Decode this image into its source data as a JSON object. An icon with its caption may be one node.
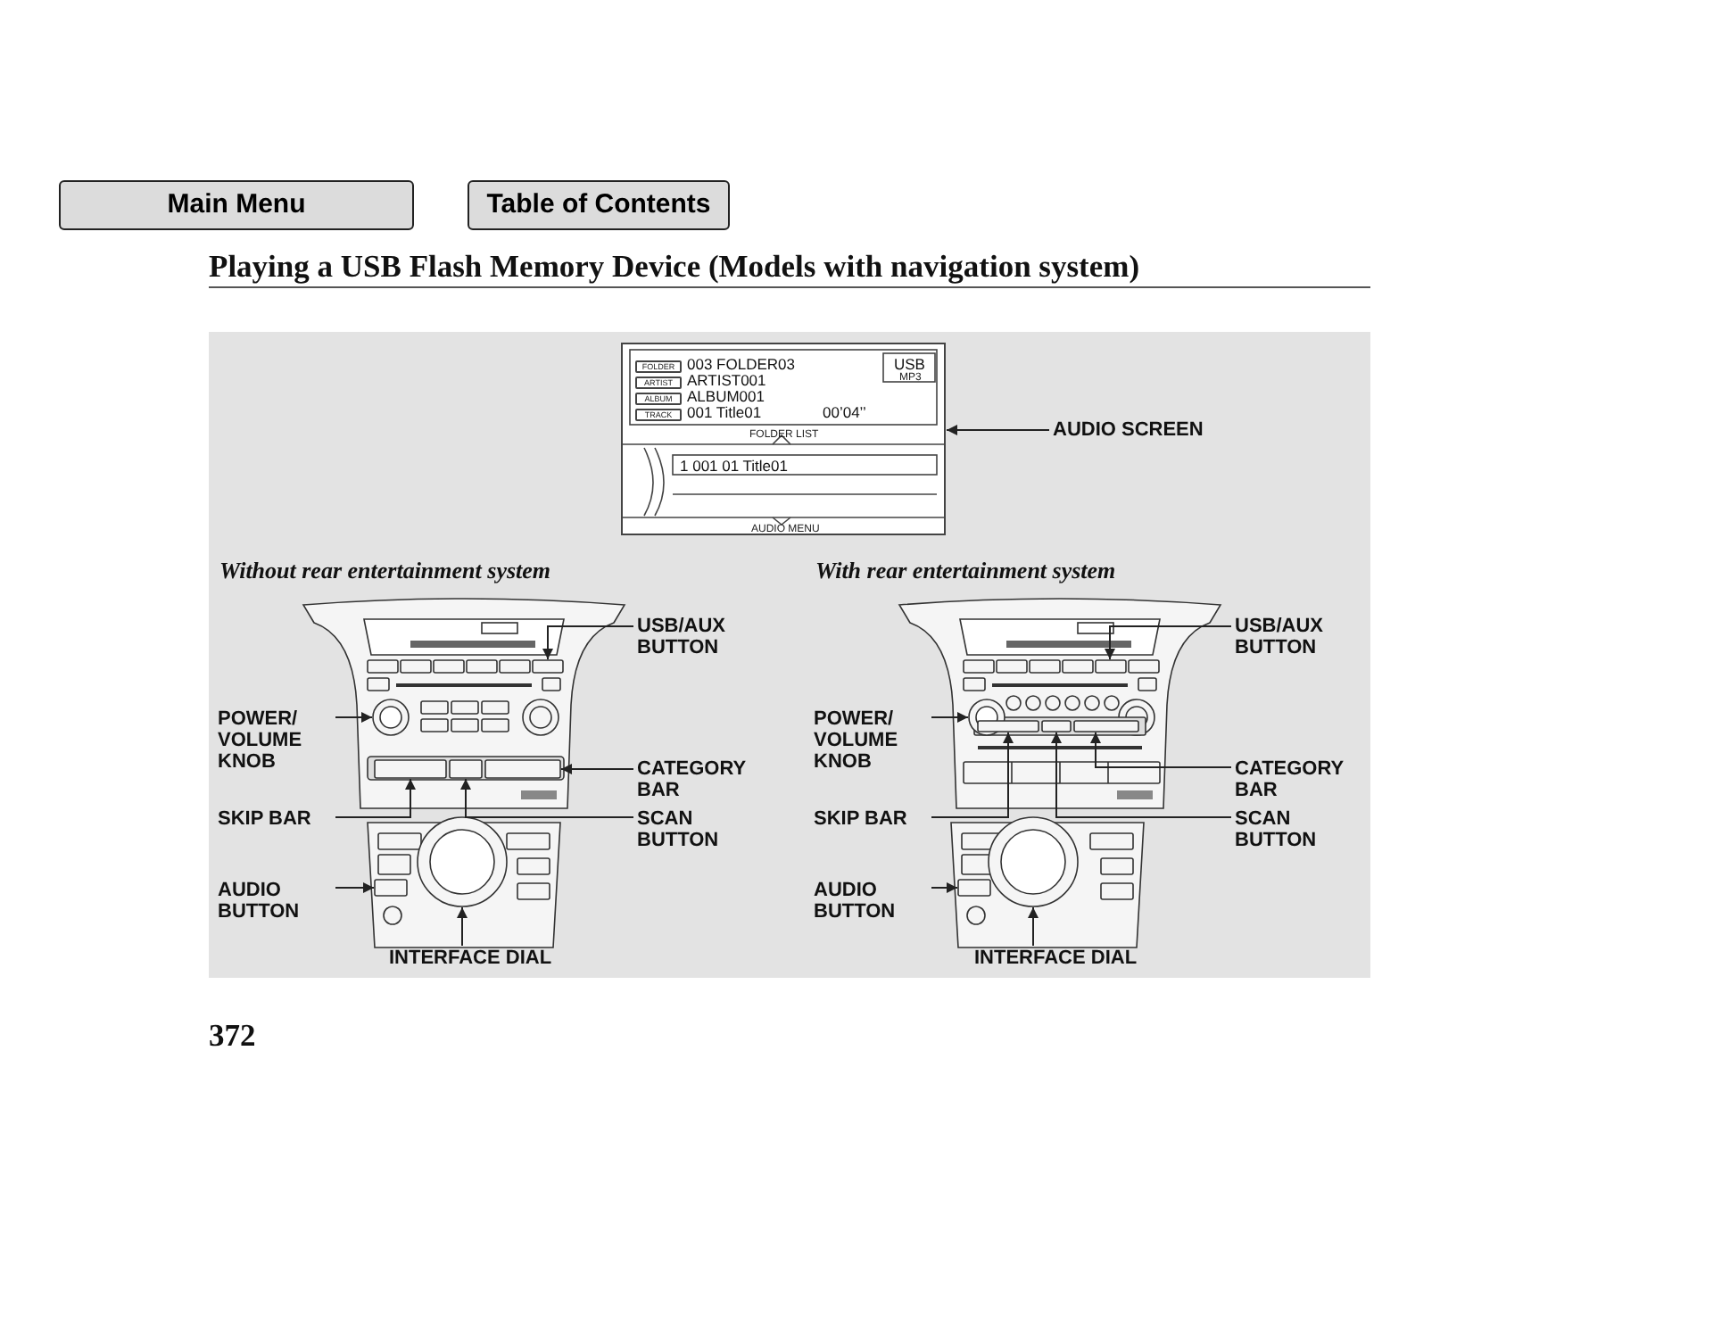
{
  "diagram": {
    "title": "Playing a USB Flash Memory Device (Models with navigation system)",
    "nodes": [
      {
        "text": [
          "FOLDER",
          "003 FOLDER03",
          "ARTIST",
          "ARTIST001",
          "ALBUM",
          "ALBUM001",
          "TRACK",
          "001 Title01",
          "00’04’’",
          "USB",
          "MP3",
          "FOLDER LIST",
          "1 001 01 Title01",
          "AUDIO MENU"
        ]
      },
      {
        "text": [
          "AUDIO SCREEN"
        ]
      },
      {
        "text": [
          "USB/AUX BUTTON"
        ]
      },
      {
        "text": [
          "POWER/ VOLUME KNOB"
        ]
      },
      {
        "text": [
          "CATEGORY BAR"
        ]
      },
      {
        "text": [
          "SKIP BAR"
        ]
      },
      {
        "text": [
          "SCAN BUTTON"
        ]
      },
      {
        "text": [
          "AUDIO BUTTON"
        ]
      },
      {
        "text": [
          "INTERFACE DIAL"
        ]
      },
      {
        "text": [
          "USB/AUX BUTTON"
        ]
      },
      {
        "text": [
          "POWER/ VOLUME KNOB"
        ]
      },
      {
        "text": [
          "CATEGORY BAR"
        ]
      },
      {
        "text": [
          "SKIP BAR"
        ]
      },
      {
        "text": [
          "SCAN BUTTON"
        ]
      },
      {
        "text": [
          "AUDIO BUTTON"
        ]
      },
      {
        "text": [
          "INTERFACE DIAL"
        ]
      },
      {
        "text": [],
        "shape": "box"
      },
      {
        "text": [],
        "shape": "circle"
      },
      {
        "text": [],
        "shape": "bar"
      },
      {
        "text": [],
        "shape": "bar"
      },
      {
        "text": [],
        "shape": "box"
      },
      {
        "text": [],
        "shape": "box"
      },
      {
        "text": [],
        "shape": "circle"
      },
      {
        "text": [],
        "shape": "box"
      },
      {
        "text": [],
        "shape": "circle"
      },
      {
        "text": [],
        "shape": "bar"
      },
      {
        "text": [],
        "shape": "bar"
      },
      {
        "text": [],
        "shape": "box"
      },
      {
        "text": [],
        "shape": "box"
      },
      {
        "text": [],
        "shape": "circle"
      }
    ],
    "edges": [
      {
        "from": 1,
        "to": 0,
        "arrow": "to"
      },
      {
        "from": 2,
        "to": 16,
        "arrow": "to"
      },
      {
        "from": 3,
        "to": 17,
        "arrow": "to"
      },
      {
        "from": 4,
        "to": 18,
        "arrow": "to"
      },
      {
        "from": 5,
        "to": 19,
        "arrow": "to"
      },
      {
        "from": 6,
        "to": 20,
        "arrow": "to"
      },
      {
        "from": 7,
        "to": 21,
        "arrow": "to"
      },
      {
        "from": 8,
        "to": 22,
        "arrow": "to"
      },
      {
        "from": 9,
        "to": 23,
        "arrow": "to"
      },
      {
        "from": 10,
        "to": 24,
        "arrow": "to"
      },
      {
        "from": 11,
        "to": 25,
        "arrow": "to"
      },
      {
        "from": 12,
        "to": 26,
        "arrow": "to"
      },
      {
        "from": 13,
        "to": 27,
        "arrow": "to"
      },
      {
        "from": 14,
        "to": 28,
        "arrow": "to"
      },
      {
        "from": 15,
        "to": 29,
        "arrow": "to"
      }
    ],
    "labels": [
      "Main Menu",
      "Table of Contents",
      "Without rear entertainment system",
      "With rear entertainment system",
      "372"
    ]
  }
}
